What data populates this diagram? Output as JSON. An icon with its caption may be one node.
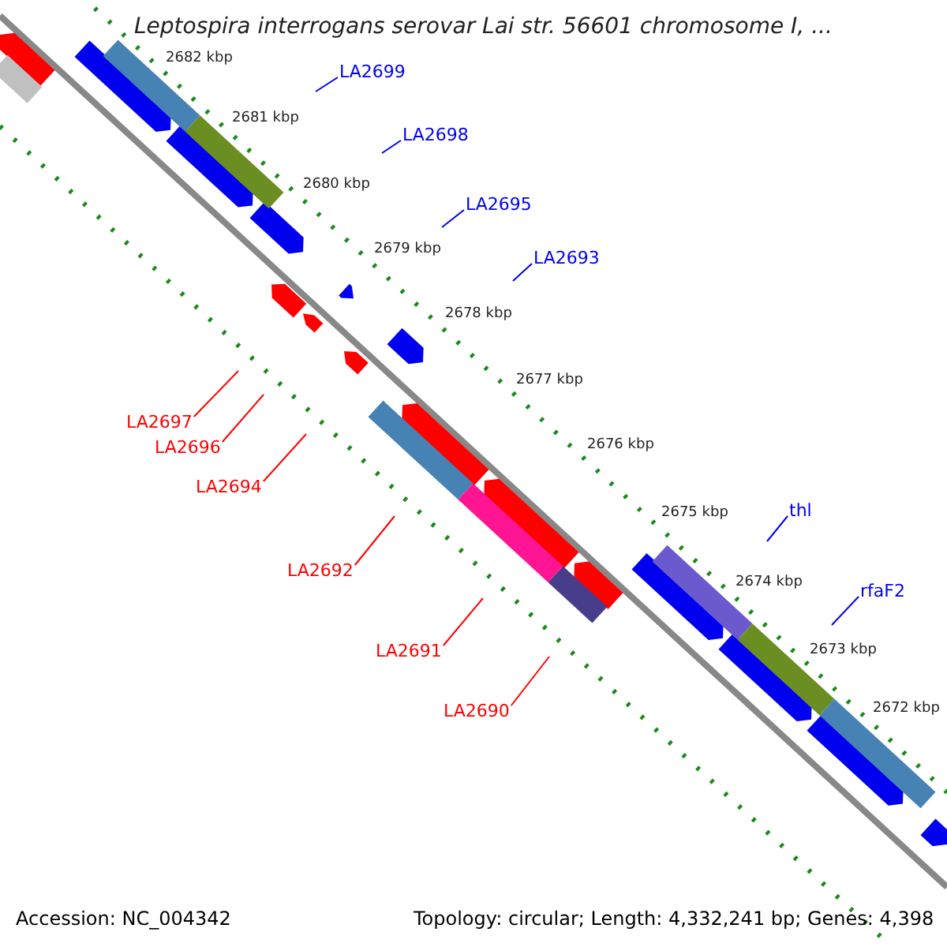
{
  "diagram": {
    "title": "Leptospira interrogans serovar Lai str. 56601 chromosome I, ...",
    "nodes": [
      {
        "text": [
          "LA2699"
        ]
      },
      {
        "text": [
          "LA2698"
        ]
      },
      {
        "text": [
          "LA2695"
        ]
      },
      {
        "text": [
          "LA2693"
        ]
      },
      {
        "text": [
          "LA2697"
        ]
      },
      {
        "text": [
          "LA2696"
        ]
      },
      {
        "text": [
          "LA2694"
        ]
      },
      {
        "text": [
          "thl"
        ]
      },
      {
        "text": [
          "LA2692"
        ]
      },
      {
        "text": [
          "rfaF2"
        ]
      },
      {
        "text": [
          "LA2691"
        ]
      },
      {
        "text": [
          "LA2690"
        ]
      }
    ],
    "edges": [
      {
        "from": 0,
        "to": null,
        "arrow": "none"
      },
      {
        "from": 1,
        "to": null,
        "arrow": "none"
      },
      {
        "from": 2,
        "to": null,
        "arrow": "none"
      },
      {
        "from": 3,
        "to": null,
        "arrow": "none"
      },
      {
        "from": 4,
        "to": null,
        "arrow": "none",
        "color": "#ff0000"
      },
      {
        "from": 5,
        "to": null,
        "arrow": "none",
        "color": "#ff0000"
      },
      {
        "from": 6,
        "to": null,
        "arrow": "none",
        "color": "#ff0000"
      },
      {
        "from": 7,
        "to": null,
        "arrow": "none"
      },
      {
        "from": 8,
        "to": null,
        "arrow": "none",
        "color": "#ff0000"
      },
      {
        "from": 9,
        "to": null,
        "arrow": "none"
      },
      {
        "from": 10,
        "to": null,
        "arrow": "none",
        "color": "#ff0000"
      },
      {
        "from": 11,
        "to": null,
        "arrow": "none",
        "color": "#ff0000"
      }
    ],
    "labels": [
      "2682 kbp",
      "2681 kbp",
      "2680 kbp",
      "2679 kbp",
      "2678 kbp",
      "2677 kbp",
      "2676 kbp",
      "2675 kbp",
      "2674 kbp",
      "2673 kbp",
      "2672 kbp",
      "Accession: NC_004342",
      "Topology: circular; Length: 4,332,241 bp; Genes: 4,398"
    ]
  }
}
